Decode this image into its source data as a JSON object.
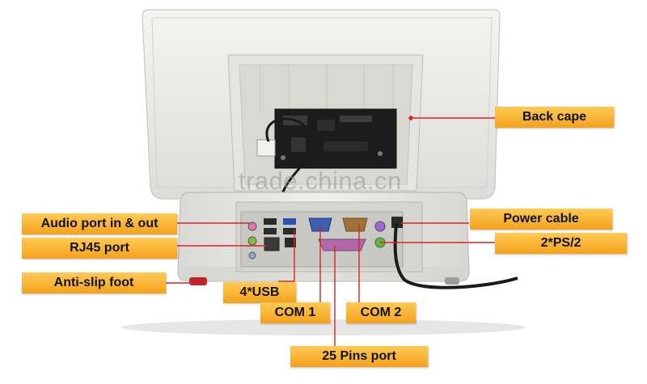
{
  "labels": {
    "back_cape": "Back cape",
    "power_cable": "Power cable",
    "ps2": "2*PS/2",
    "audio_port": "Audio port in & out",
    "rj45_port": "RJ45 port",
    "anti_slip_foot": "Anti-slip foot",
    "usb": "4*USB",
    "com1": "COM 1",
    "com2": "COM 2",
    "pins25": "25 Pins port"
  },
  "watermark": "trade.china.cn",
  "colors": {
    "label_fill": "#f5ab26",
    "leader_line": "#e02020",
    "device_body": "#ececec"
  }
}
